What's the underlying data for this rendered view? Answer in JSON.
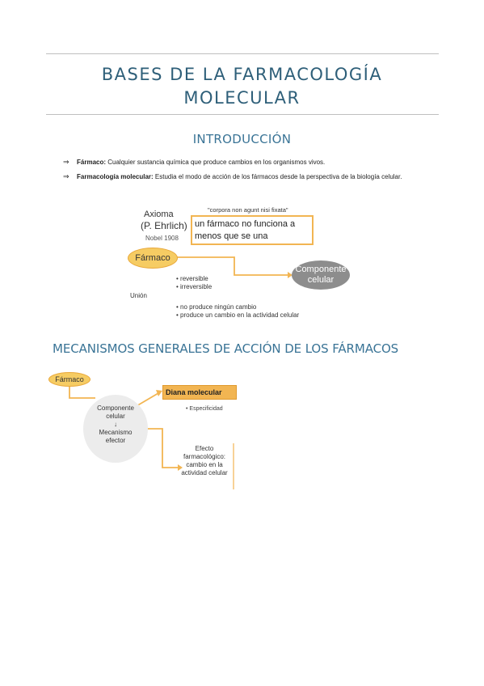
{
  "page": {
    "title_line1": "BASES DE LA FARMACOLOGÍA",
    "title_line2": "MOLECULAR",
    "section1_heading": "INTRODUCCIÓN",
    "section2_heading": "MECANISMOS GENERALES DE ACCIÓN DE LOS FÁRMACOS"
  },
  "bullets": [
    {
      "arrow": "⇒",
      "term": "Fármaco:",
      "text": " Cualquier sustancia química que produce cambios en los organismos vivos."
    },
    {
      "arrow": "⇒",
      "term": "Farmacología molecular:",
      "text": " Estudia el modo de acción de los fármacos desde la perspectiva de la biología celular."
    }
  ],
  "diagram1": {
    "axioma": "Axioma",
    "author": "(P. Ehrlich)",
    "nobel": "Nobel 1908",
    "quote_latin": "\"corpora non agunt nisi fixata\"",
    "quote_line1": "un fármaco no funciona a",
    "quote_line2": "menos que se una",
    "farmaco": "Fármaco",
    "component_line1": "Componente",
    "component_line2": "celular",
    "bullet_reversible": "• reversible",
    "bullet_irreversible": "• irreversible",
    "union": "Unión",
    "bullet_no_change": "• no produce ningún cambio",
    "bullet_change": "• produce un cambio en la actividad celular"
  },
  "diagram2": {
    "farmaco": "Fármaco",
    "component_line1": "Componente",
    "component_line2": "celular",
    "down_arrow": "↓",
    "mechanism_line1": "Mecanismo",
    "mechanism_line2": "efector",
    "diana": "Diana molecular",
    "especificidad": "• Especificidad",
    "effect_line1": "Efecto",
    "effect_line2": "farmacológico:",
    "effect_line3": "cambio en la",
    "effect_line4": "actividad celular"
  },
  "colors": {
    "title": "#2e5f79",
    "heading": "#3a7496",
    "orange": "#f2b552",
    "yellow": "#f6cc63",
    "grey": "#8d8d8d"
  }
}
